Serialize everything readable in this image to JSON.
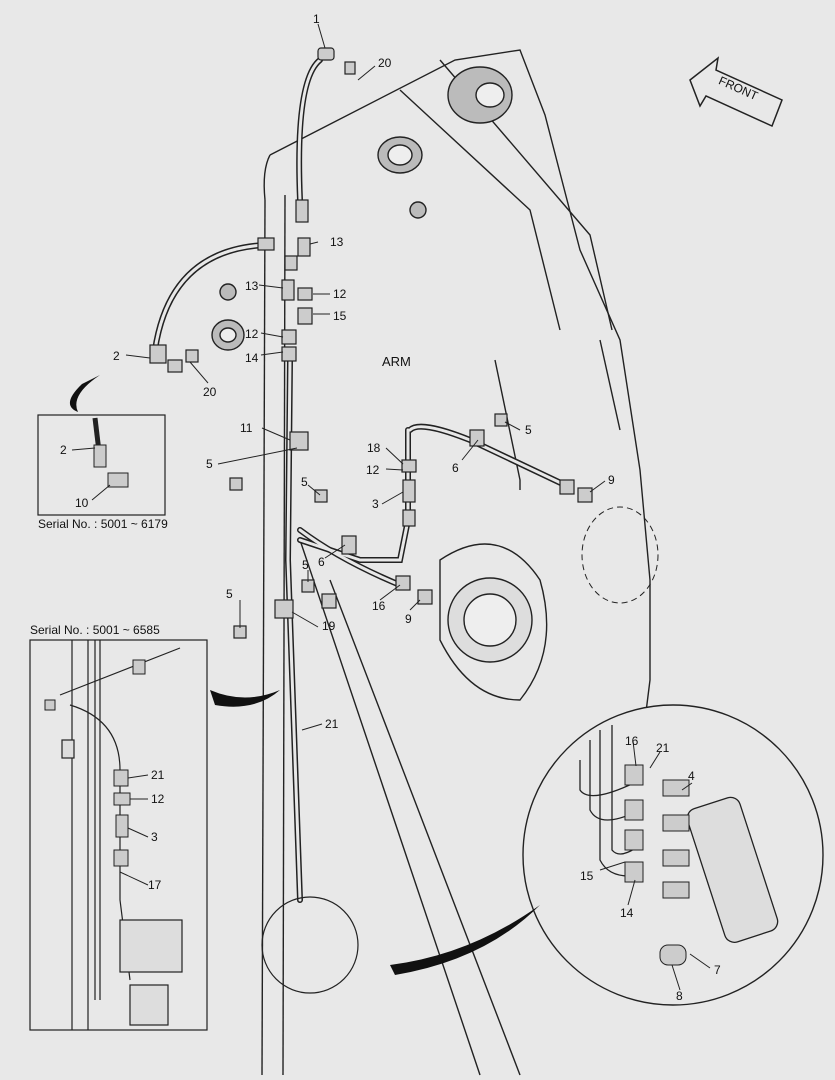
{
  "diagram": {
    "main_label": "ARM",
    "front_arrow_label": "FRONT",
    "inset_top": {
      "serial": "Serial No. : 5001 ~ 6179"
    },
    "inset_bottom": {
      "serial": "Serial No. : 5001 ~ 6585"
    },
    "callouts": [
      {
        "id": "c1",
        "text": "1"
      },
      {
        "id": "c20a",
        "text": "20"
      },
      {
        "id": "c13a",
        "text": "13"
      },
      {
        "id": "c13b",
        "text": "13"
      },
      {
        "id": "c12a",
        "text": "12"
      },
      {
        "id": "c15a",
        "text": "15"
      },
      {
        "id": "c12b",
        "text": "12"
      },
      {
        "id": "c14a",
        "text": "14"
      },
      {
        "id": "c2a",
        "text": "2"
      },
      {
        "id": "c20b",
        "text": "20"
      },
      {
        "id": "c11",
        "text": "11"
      },
      {
        "id": "c5a",
        "text": "5"
      },
      {
        "id": "c5b",
        "text": "5"
      },
      {
        "id": "c18",
        "text": "18"
      },
      {
        "id": "c12c",
        "text": "12"
      },
      {
        "id": "c3a",
        "text": "3"
      },
      {
        "id": "c6a",
        "text": "6"
      },
      {
        "id": "c9a",
        "text": "9"
      },
      {
        "id": "c5c",
        "text": "5"
      },
      {
        "id": "c6b",
        "text": "6"
      },
      {
        "id": "c5d",
        "text": "5"
      },
      {
        "id": "c16a",
        "text": "16"
      },
      {
        "id": "c9b",
        "text": "9"
      },
      {
        "id": "c5e",
        "text": "5"
      },
      {
        "id": "c19",
        "text": "19"
      },
      {
        "id": "c21a",
        "text": "21"
      },
      {
        "id": "c2b",
        "text": "2"
      },
      {
        "id": "c10",
        "text": "10"
      },
      {
        "id": "c21b",
        "text": "21"
      },
      {
        "id": "c12d",
        "text": "12"
      },
      {
        "id": "c3b",
        "text": "3"
      },
      {
        "id": "c17",
        "text": "17"
      },
      {
        "id": "c16b",
        "text": "16"
      },
      {
        "id": "c21c",
        "text": "21"
      },
      {
        "id": "c4",
        "text": "4"
      },
      {
        "id": "c15b",
        "text": "15"
      },
      {
        "id": "c14b",
        "text": "14"
      },
      {
        "id": "c7",
        "text": "7"
      },
      {
        "id": "c8",
        "text": "8"
      }
    ]
  }
}
